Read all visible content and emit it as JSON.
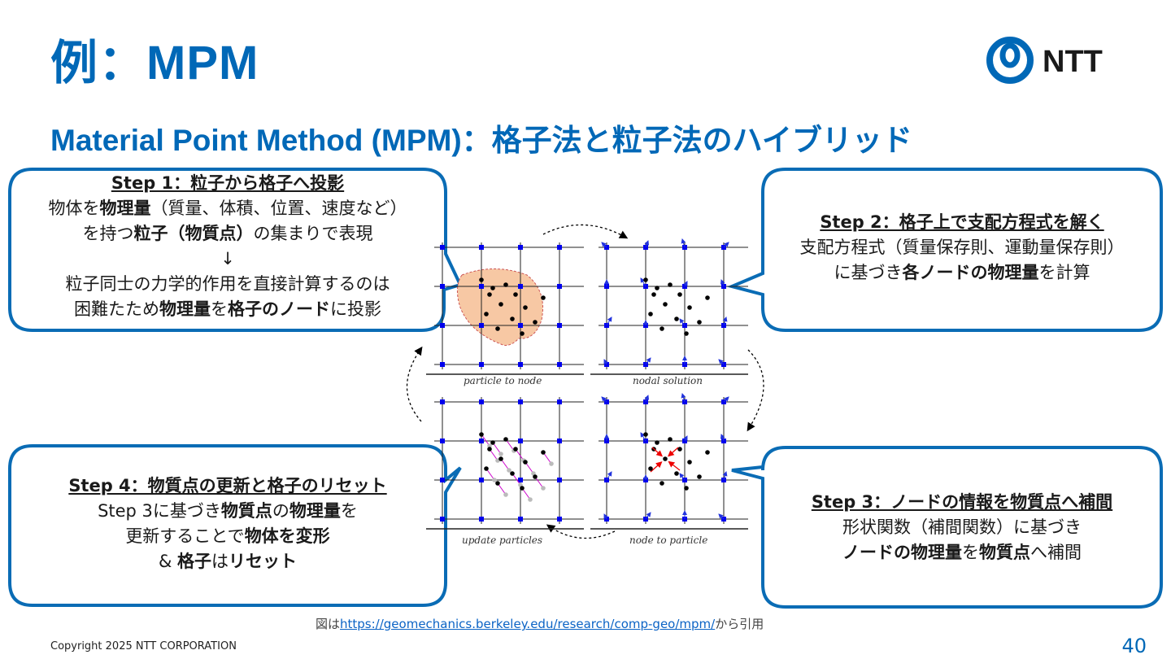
{
  "header": {
    "title": "例：MPM",
    "subtitle": "Material Point Method (MPM)：格子法と粒子法のハイブリッド",
    "logo_text": "NTT"
  },
  "colors": {
    "accent": "#0068b7",
    "bubble_border": "#0a6cb5",
    "blob_fill": "#f7c8a4",
    "node": "#0000ee"
  },
  "step1": {
    "heading": "Step 1：粒子から格子へ投影",
    "l1a": "物体を",
    "l1b": "物理量",
    "l1c": "（質量、体積、位置、速度など）",
    "l2a": "を持つ",
    "l2b": "粒子（物質点）",
    "l2c": "の集まりで表現",
    "arrow": "↓",
    "l3": "粒子同士の力学的作用を直接計算するのは",
    "l4a": "困難たため",
    "l4b": "物理量",
    "l4c": "を",
    "l4d": "格子のノード",
    "l4e": "に投影"
  },
  "step2": {
    "heading": "Step 2：格子上で支配方程式を解く",
    "l1": "支配方程式（質量保存則、運動量保存則）",
    "l2a": "に基づき",
    "l2b": "各ノードの物理量",
    "l2c": "を計算"
  },
  "step3": {
    "heading": "Step 3：ノードの情報を物質点へ補間",
    "l1": "形状関数（補間関数）に基づき",
    "l2a": "ノードの物理量",
    "l2b": "を",
    "l2c": "物質点",
    "l2d": "へ補間"
  },
  "step4": {
    "heading": "Step 4：物質点の更新と格子のリセット",
    "l1a": "Step 3に基づき",
    "l1b": "物質点",
    "l1c": "の",
    "l1d": "物理量",
    "l1e": "を",
    "l2a": "更新することで",
    "l2b": "物体を変形",
    "l3a": "& ",
    "l3b": "格子",
    "l3c": "は",
    "l3d": "リセット"
  },
  "diagram": {
    "captions": [
      "particle to node",
      "nodal solution",
      "update particles",
      "node to particle"
    ]
  },
  "footer": {
    "source_prefix": "図は",
    "source_url": "https://geomechanics.berkeley.edu/research/comp-geo/mpm/",
    "source_suffix": "から引用",
    "copyright": "Copyright 2025 NTT CORPORATION",
    "page": "40"
  }
}
